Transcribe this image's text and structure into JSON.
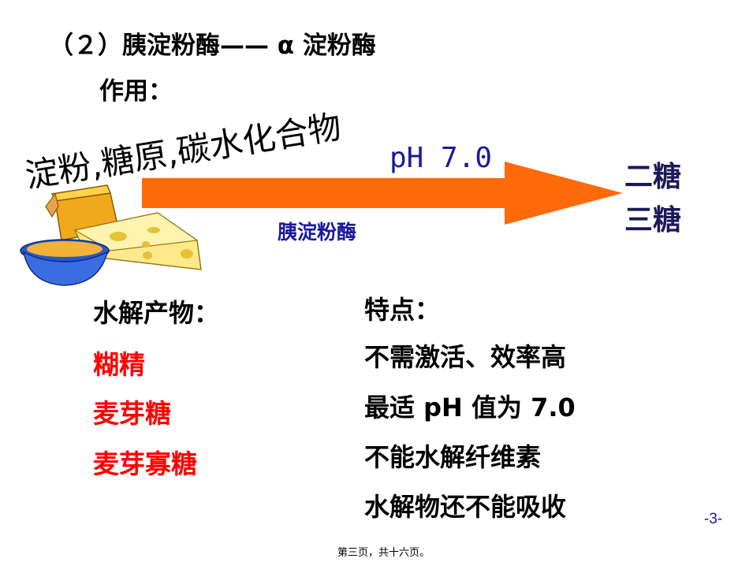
{
  "slide": {
    "title": "（２）胰淀粉酶—— α 淀粉酶",
    "subtitle": "作用：",
    "substrate": "淀粉,糖原,碳水化合物",
    "condition": "pH 7.0",
    "enzyme": "胰淀粉酶",
    "products": [
      "二糖",
      "三糖"
    ],
    "hydrolysis_heading": "水解产物：",
    "hydrolysis_products": [
      "糊精",
      "麦芽糖",
      "麦芽寡糖"
    ],
    "features_heading": "特点：",
    "features": [
      "不需激活、效率高",
      "最适 pH 值为 7.0",
      "不能水解纤维素",
      "水解物还不能吸收"
    ],
    "page_number": "-3-",
    "footer": "第三页，共十六页。"
  },
  "colors": {
    "arrow": "#ff6a0a",
    "blue_text": "#1a1a9c",
    "red_text": "#ff0000"
  },
  "icons": {
    "food": "cheese-and-bowl-illustration"
  }
}
